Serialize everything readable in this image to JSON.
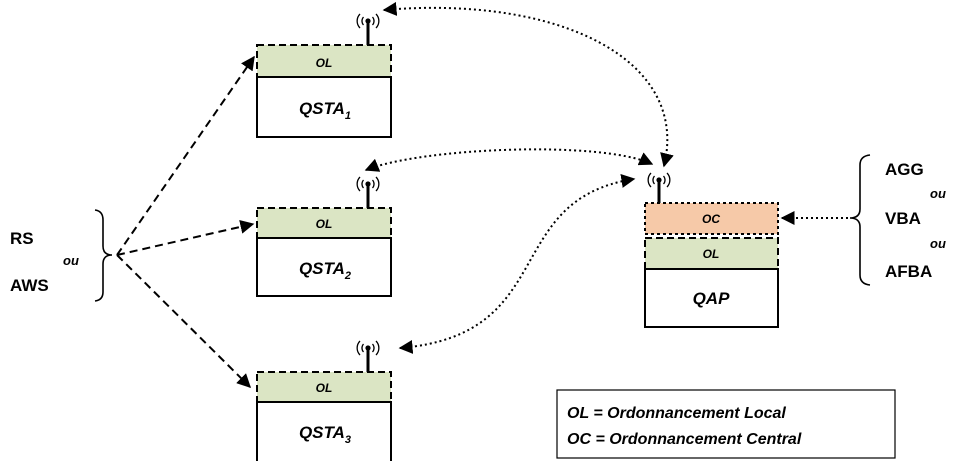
{
  "stations": [
    {
      "ol_label": "OL",
      "name": "QSTA",
      "sub": "1"
    },
    {
      "ol_label": "OL",
      "name": "QSTA",
      "sub": "2"
    },
    {
      "ol_label": "OL",
      "name": "QSTA",
      "sub": "3"
    }
  ],
  "ap": {
    "oc_label": "OC",
    "ol_label": "OL",
    "name": "QAP"
  },
  "left_group": {
    "top": "RS",
    "conj": "ou",
    "bottom": "AWS"
  },
  "right_group": {
    "items": [
      "AGG",
      "VBA",
      "AFBA"
    ],
    "conj": "ou"
  },
  "legend": {
    "line1": "OL = Ordonnancement Local",
    "line2": "OC = Ordonnancement Central"
  },
  "colors": {
    "ol_fill": "#dbe5c4",
    "oc_fill": "#f6c9a8",
    "stroke": "#000000"
  }
}
